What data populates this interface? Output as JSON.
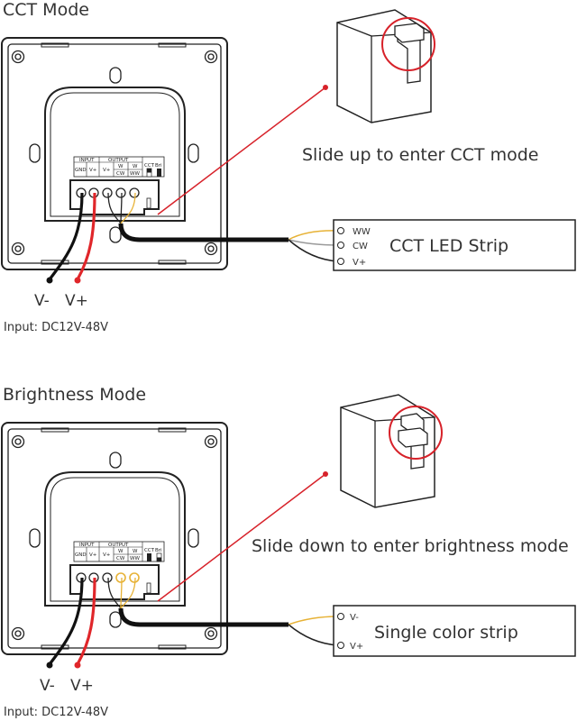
{
  "cct": {
    "title": "CCT Mode",
    "instruction": "Slide up to enter CCT mode",
    "strip_label": "CCT LED Strip",
    "terminals": [
      "WW",
      "CW",
      "V+"
    ],
    "wire_neg": "V-",
    "wire_pos": "V+",
    "input": "Input: DC12V-48V"
  },
  "bright": {
    "title": "Brightness Mode",
    "instruction": "Slide down to enter brightness mode",
    "strip_label": "Single color strip",
    "terminals": [
      "V-",
      "V+"
    ],
    "wire_neg": "V-",
    "wire_pos": "V+",
    "input": "Input: DC12V-48V"
  },
  "terminal_block": {
    "input_header": "INPUT",
    "output_header": "OUTPUT",
    "gnd": "GND",
    "vplus": "V+",
    "w_top": "W",
    "cw": "CW",
    "w_top2": "W",
    "ww": "WW",
    "cct": "CCT",
    "bri": "Bri"
  },
  "colors": {
    "red_wire": "#e0262a",
    "black_wire": "#111111",
    "yellow_wire": "#e7b236",
    "grey_wire": "#9a9a9a",
    "callout_red": "#d7222a"
  }
}
